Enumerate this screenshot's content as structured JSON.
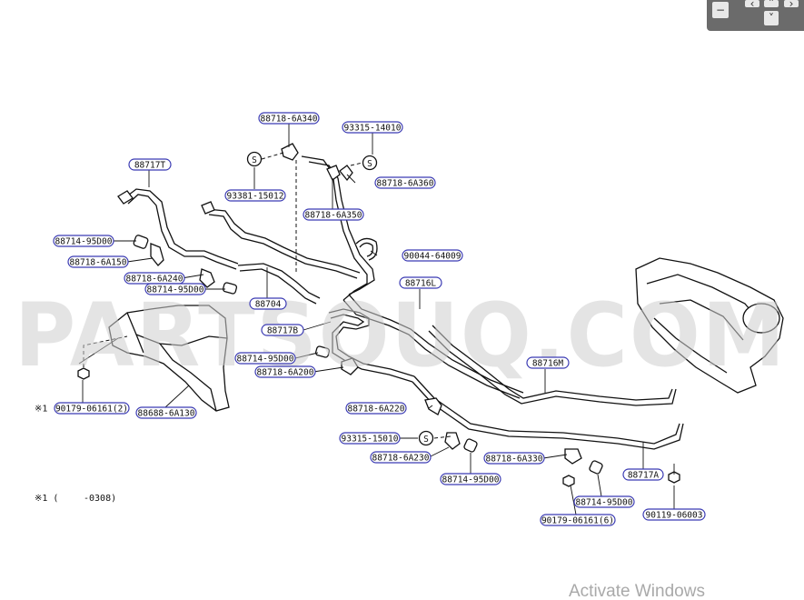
{
  "watermark": "PARTSOUQ.COM",
  "activate": "Activate Windows",
  "footnote": {
    "prefix": "※1 (",
    "range": "-0308)"
  },
  "note_mark": "※1",
  "s_symbol": "S",
  "controls": {
    "minus": "−",
    "left": "‹",
    "up": "˄",
    "right": "›",
    "down": "˅"
  },
  "labels": [
    {
      "id": "l1",
      "text": "88718-6A340"
    },
    {
      "id": "l2",
      "text": "93315-14010"
    },
    {
      "id": "l3",
      "text": "88717T"
    },
    {
      "id": "l4",
      "text": "93381-15012"
    },
    {
      "id": "l5",
      "text": "88718-6A360"
    },
    {
      "id": "l6",
      "text": "88718-6A350"
    },
    {
      "id": "l7",
      "text": "88714-95D00"
    },
    {
      "id": "l8",
      "text": "90044-64009"
    },
    {
      "id": "l9",
      "text": "88718-6A150"
    },
    {
      "id": "l10",
      "text": "88718-6A240"
    },
    {
      "id": "l11",
      "text": "88716L"
    },
    {
      "id": "l12",
      "text": "88714-95D00"
    },
    {
      "id": "l13",
      "text": "88704"
    },
    {
      "id": "l14",
      "text": "88717B"
    },
    {
      "id": "l15",
      "text": "88714-95D00"
    },
    {
      "id": "l16",
      "text": "88716M"
    },
    {
      "id": "l17",
      "text": "88718-6A200"
    },
    {
      "id": "l18",
      "text": "90179-06161(2)"
    },
    {
      "id": "l19",
      "text": "88688-6A130"
    },
    {
      "id": "l20",
      "text": "88718-6A220"
    },
    {
      "id": "l21",
      "text": "93315-15010"
    },
    {
      "id": "l22",
      "text": "88718-6A230"
    },
    {
      "id": "l23",
      "text": "88718-6A330"
    },
    {
      "id": "l24",
      "text": "88717A"
    },
    {
      "id": "l25",
      "text": "88714-95D00"
    },
    {
      "id": "l26",
      "text": "88714-95D00"
    },
    {
      "id": "l27",
      "text": "90179-06161(6)"
    },
    {
      "id": "l28",
      "text": "90119-06003"
    }
  ]
}
